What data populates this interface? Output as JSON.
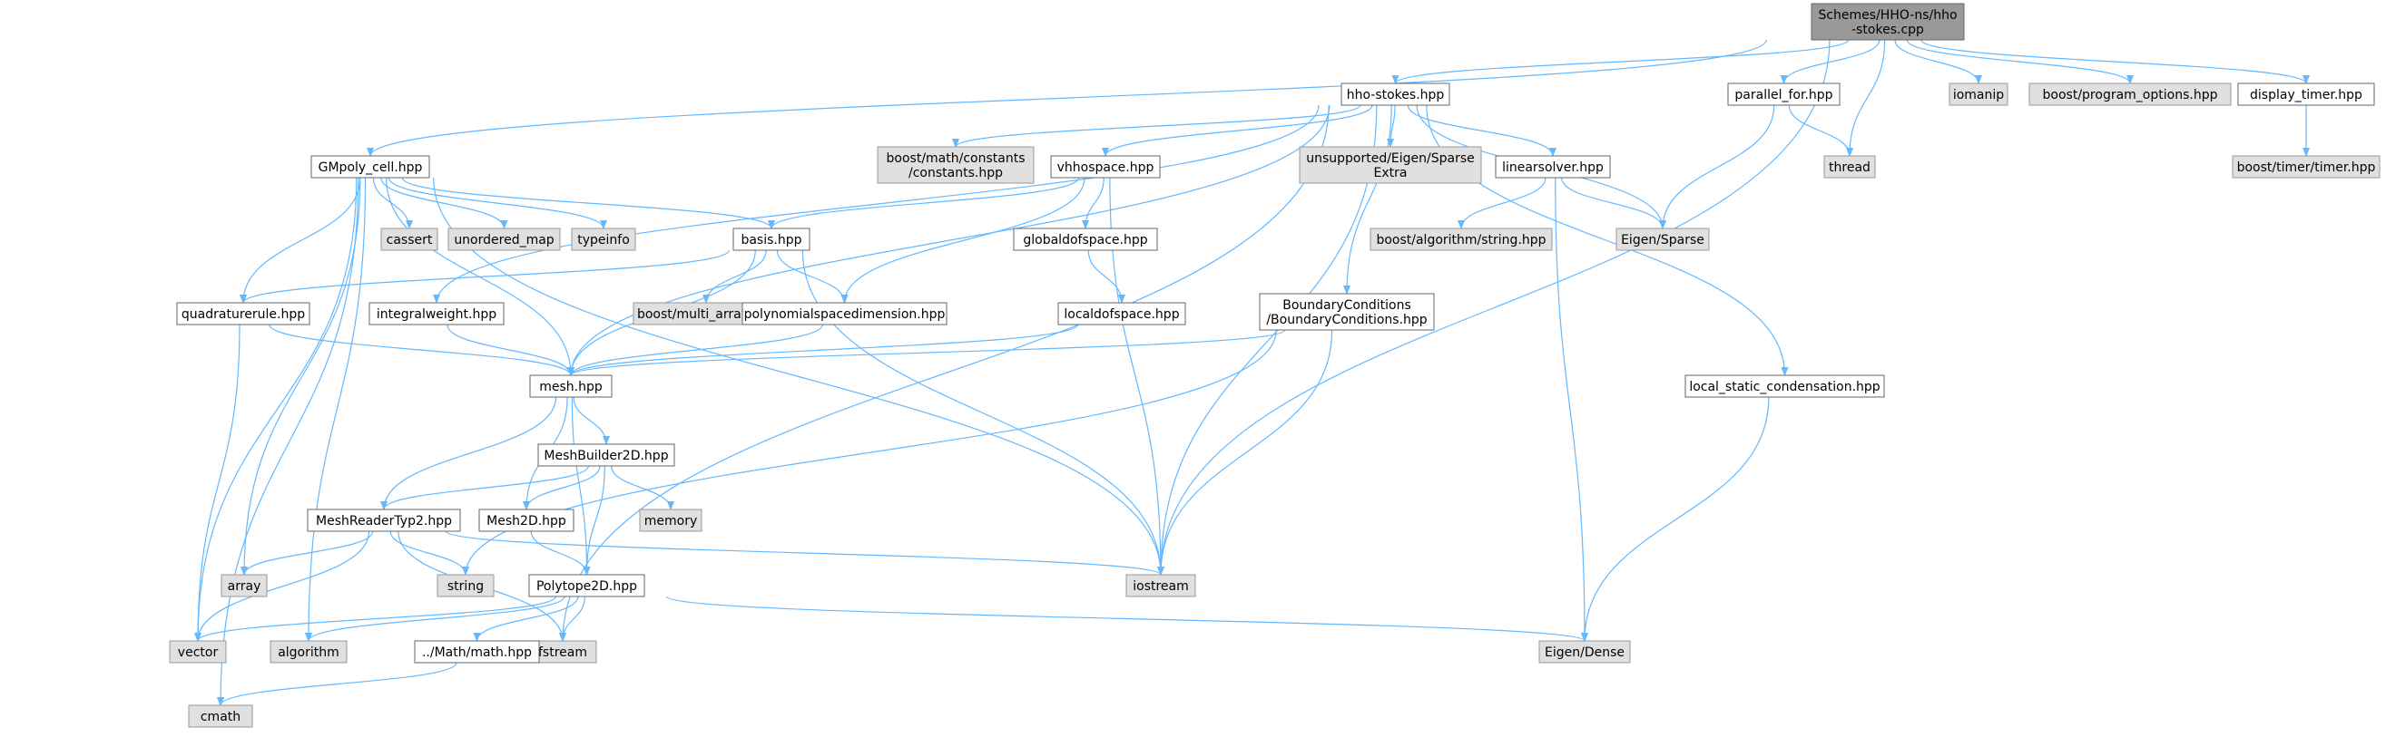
{
  "colors": {
    "edge": "#63b8ff",
    "root_fill": "#999999",
    "root_stroke": "#666666",
    "file_fill": "#ffffff",
    "file_stroke": "#666666",
    "ext_fill": "#e0e0e0",
    "ext_stroke": "#999999"
  },
  "nodes": [
    {
      "id": "root",
      "label": [
        "Schemes/HHO-ns/hho",
        "-stokes.cpp"
      ],
      "kind": "root"
    },
    {
      "id": "hhostokes",
      "label": [
        "hho-stokes.hpp"
      ],
      "kind": "file"
    },
    {
      "id": "parallelfor",
      "label": [
        "parallel_for.hpp"
      ],
      "kind": "file"
    },
    {
      "id": "thread",
      "label": [
        "thread"
      ],
      "kind": "ext"
    },
    {
      "id": "iomanip",
      "label": [
        "iomanip"
      ],
      "kind": "ext"
    },
    {
      "id": "progopts",
      "label": [
        "boost/program_options.hpp"
      ],
      "kind": "ext"
    },
    {
      "id": "displaytimer",
      "label": [
        "display_timer.hpp"
      ],
      "kind": "file"
    },
    {
      "id": "boosttimer",
      "label": [
        "boost/timer/timer.hpp"
      ],
      "kind": "ext"
    },
    {
      "id": "gmpoly",
      "label": [
        "GMpoly_cell.hpp"
      ],
      "kind": "file"
    },
    {
      "id": "mathconst",
      "label": [
        "boost/math/constants",
        "/constants.hpp"
      ],
      "kind": "ext"
    },
    {
      "id": "vhhospace",
      "label": [
        "vhhospace.hpp"
      ],
      "kind": "file"
    },
    {
      "id": "sparseextra",
      "label": [
        "unsupported/Eigen/Sparse",
        "Extra"
      ],
      "kind": "ext"
    },
    {
      "id": "linearsolver",
      "label": [
        "linearsolver.hpp"
      ],
      "kind": "file"
    },
    {
      "id": "cassert",
      "label": [
        "cassert"
      ],
      "kind": "ext"
    },
    {
      "id": "unorderedmap",
      "label": [
        "unordered_map"
      ],
      "kind": "ext"
    },
    {
      "id": "typeinfo",
      "label": [
        "typeinfo"
      ],
      "kind": "ext"
    },
    {
      "id": "basis",
      "label": [
        "basis.hpp"
      ],
      "kind": "file"
    },
    {
      "id": "globaldof",
      "label": [
        "globaldofspace.hpp"
      ],
      "kind": "file"
    },
    {
      "id": "boostalgo",
      "label": [
        "boost/algorithm/string.hpp"
      ],
      "kind": "ext"
    },
    {
      "id": "eigensparse",
      "label": [
        "Eigen/Sparse"
      ],
      "kind": "ext"
    },
    {
      "id": "quadrule",
      "label": [
        "quadraturerule.hpp"
      ],
      "kind": "file"
    },
    {
      "id": "intweight",
      "label": [
        "integralweight.hpp"
      ],
      "kind": "file"
    },
    {
      "id": "multiarray",
      "label": [
        "boost/multi_array.hpp"
      ],
      "kind": "ext"
    },
    {
      "id": "polyspace",
      "label": [
        "polynomialspacedimension.hpp"
      ],
      "kind": "file"
    },
    {
      "id": "localdof",
      "label": [
        "localdofspace.hpp"
      ],
      "kind": "file"
    },
    {
      "id": "bc",
      "label": [
        "BoundaryConditions",
        "/BoundaryConditions.hpp"
      ],
      "kind": "file"
    },
    {
      "id": "lsc",
      "label": [
        "local_static_condensation.hpp"
      ],
      "kind": "file"
    },
    {
      "id": "mesh",
      "label": [
        "mesh.hpp"
      ],
      "kind": "file"
    },
    {
      "id": "meshbuilder",
      "label": [
        "MeshBuilder2D.hpp"
      ],
      "kind": "file"
    },
    {
      "id": "meshreader",
      "label": [
        "MeshReaderTyp2.hpp"
      ],
      "kind": "file"
    },
    {
      "id": "mesh2d",
      "label": [
        "Mesh2D.hpp"
      ],
      "kind": "file"
    },
    {
      "id": "memory",
      "label": [
        "memory"
      ],
      "kind": "ext"
    },
    {
      "id": "array",
      "label": [
        "array"
      ],
      "kind": "ext"
    },
    {
      "id": "string",
      "label": [
        "string"
      ],
      "kind": "ext"
    },
    {
      "id": "polytope",
      "label": [
        "Polytope2D.hpp"
      ],
      "kind": "file"
    },
    {
      "id": "iostream",
      "label": [
        "iostream"
      ],
      "kind": "ext"
    },
    {
      "id": "vector",
      "label": [
        "vector"
      ],
      "kind": "ext"
    },
    {
      "id": "algorithm",
      "label": [
        "algorithm"
      ],
      "kind": "ext"
    },
    {
      "id": "fstream",
      "label": [
        "fstream"
      ],
      "kind": "ext"
    },
    {
      "id": "mathhpp",
      "label": [
        "../Math/math.hpp"
      ],
      "kind": "file"
    },
    {
      "id": "eigendense",
      "label": [
        "Eigen/Dense"
      ],
      "kind": "ext"
    },
    {
      "id": "cmath",
      "label": [
        "cmath"
      ],
      "kind": "ext"
    }
  ],
  "edges": [
    [
      "root",
      "hhostokes"
    ],
    [
      "root",
      "parallelfor"
    ],
    [
      "root",
      "thread"
    ],
    [
      "root",
      "iomanip"
    ],
    [
      "root",
      "progopts"
    ],
    [
      "root",
      "displaytimer"
    ],
    [
      "root",
      "gmpoly"
    ],
    [
      "root",
      "iostream"
    ],
    [
      "displaytimer",
      "boosttimer"
    ],
    [
      "parallelfor",
      "thread"
    ],
    [
      "parallelfor",
      "eigensparse"
    ],
    [
      "hhostokes",
      "mathconst"
    ],
    [
      "hhostokes",
      "vhhospace"
    ],
    [
      "hhostokes",
      "sparseextra"
    ],
    [
      "hhostokes",
      "linearsolver"
    ],
    [
      "hhostokes",
      "eigensparse"
    ],
    [
      "hhostokes",
      "bc"
    ],
    [
      "hhostokes",
      "lsc"
    ],
    [
      "hhostokes",
      "mesh"
    ],
    [
      "hhostokes",
      "iostream"
    ],
    [
      "hhostokes",
      "intweight"
    ],
    [
      "hhostokes",
      "fstream"
    ],
    [
      "linearsolver",
      "boostalgo"
    ],
    [
      "linearsolver",
      "eigensparse"
    ],
    [
      "linearsolver",
      "eigendense"
    ],
    [
      "vhhospace",
      "basis"
    ],
    [
      "vhhospace",
      "globaldof"
    ],
    [
      "vhhospace",
      "polyspace"
    ],
    [
      "vhhospace",
      "iostream"
    ],
    [
      "globaldof",
      "localdof"
    ],
    [
      "localdof",
      "mesh"
    ],
    [
      "gmpoly",
      "cassert"
    ],
    [
      "gmpoly",
      "unorderedmap"
    ],
    [
      "gmpoly",
      "typeinfo"
    ],
    [
      "gmpoly",
      "basis"
    ],
    [
      "gmpoly",
      "quadrule"
    ],
    [
      "gmpoly",
      "mesh"
    ],
    [
      "gmpoly",
      "iostream"
    ],
    [
      "gmpoly",
      "array"
    ],
    [
      "gmpoly",
      "vector"
    ],
    [
      "gmpoly",
      "algorithm"
    ],
    [
      "gmpoly",
      "cmath"
    ],
    [
      "basis",
      "quadrule"
    ],
    [
      "basis",
      "multiarray"
    ],
    [
      "basis",
      "polyspace"
    ],
    [
      "basis",
      "mesh"
    ],
    [
      "basis",
      "iostream"
    ],
    [
      "quadrule",
      "mesh"
    ],
    [
      "quadrule",
      "vector"
    ],
    [
      "intweight",
      "mesh"
    ],
    [
      "polyspace",
      "mesh"
    ],
    [
      "bc",
      "mesh"
    ],
    [
      "bc",
      "iostream"
    ],
    [
      "bc",
      "string"
    ],
    [
      "lsc",
      "eigendense"
    ],
    [
      "mesh",
      "meshbuilder"
    ],
    [
      "mesh",
      "meshreader"
    ],
    [
      "mesh",
      "mesh2d"
    ],
    [
      "mesh",
      "polytope"
    ],
    [
      "meshbuilder",
      "meshreader"
    ],
    [
      "meshbuilder",
      "mesh2d"
    ],
    [
      "meshbuilder",
      "memory"
    ],
    [
      "meshbuilder",
      "polytope"
    ],
    [
      "meshreader",
      "array"
    ],
    [
      "meshreader",
      "string"
    ],
    [
      "meshreader",
      "vector"
    ],
    [
      "meshreader",
      "iostream"
    ],
    [
      "meshreader",
      "fstream"
    ],
    [
      "mesh2d",
      "polytope"
    ],
    [
      "polytope",
      "vector"
    ],
    [
      "polytope",
      "algorithm"
    ],
    [
      "polytope",
      "fstream"
    ],
    [
      "polytope",
      "mathhpp"
    ],
    [
      "polytope",
      "eigendense"
    ],
    [
      "mathhpp",
      "cmath"
    ]
  ]
}
